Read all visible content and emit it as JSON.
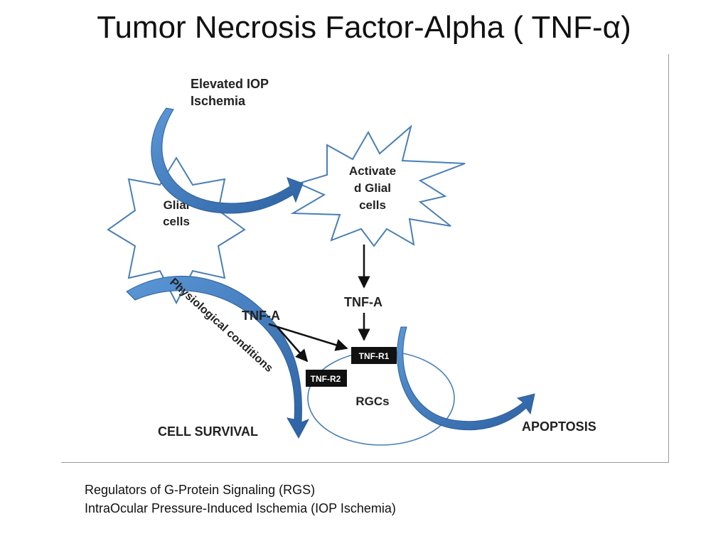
{
  "slide": {
    "title": "Tumor Necrosis Factor-Alpha ( TNF-α)"
  },
  "diagram": {
    "trigger": {
      "line1": "Elevated IOP",
      "line2": "Ischemia"
    },
    "glial_cells": {
      "line1": "Glial",
      "line2": "cells"
    },
    "activated_glial_cells": {
      "line1": "Activate",
      "line2": "d Glial",
      "line3": "cells"
    },
    "tnf_a_top": "TNF-A",
    "tnf_a_left": "TNF-A",
    "physiological_conditions": "Physiological conditions",
    "tnf_r1": "TNF-R1",
    "tnf_r2": "TNF-R2",
    "rgcs": "RGCs",
    "cell_survival": "CELL SURVIVAL",
    "apoptosis": "APOPTOSIS",
    "colors": {
      "arrow_blue": "#3f7fc4",
      "arrow_blue_dark": "#2c5f99",
      "receptor_box": "#111111",
      "outline": "#4a7fb5"
    }
  },
  "footnotes": [
    "Regulators of G-Protein Signaling (RGS)",
    "IntraOcular Pressure-Induced Ischemia (IOP Ischemia)"
  ]
}
